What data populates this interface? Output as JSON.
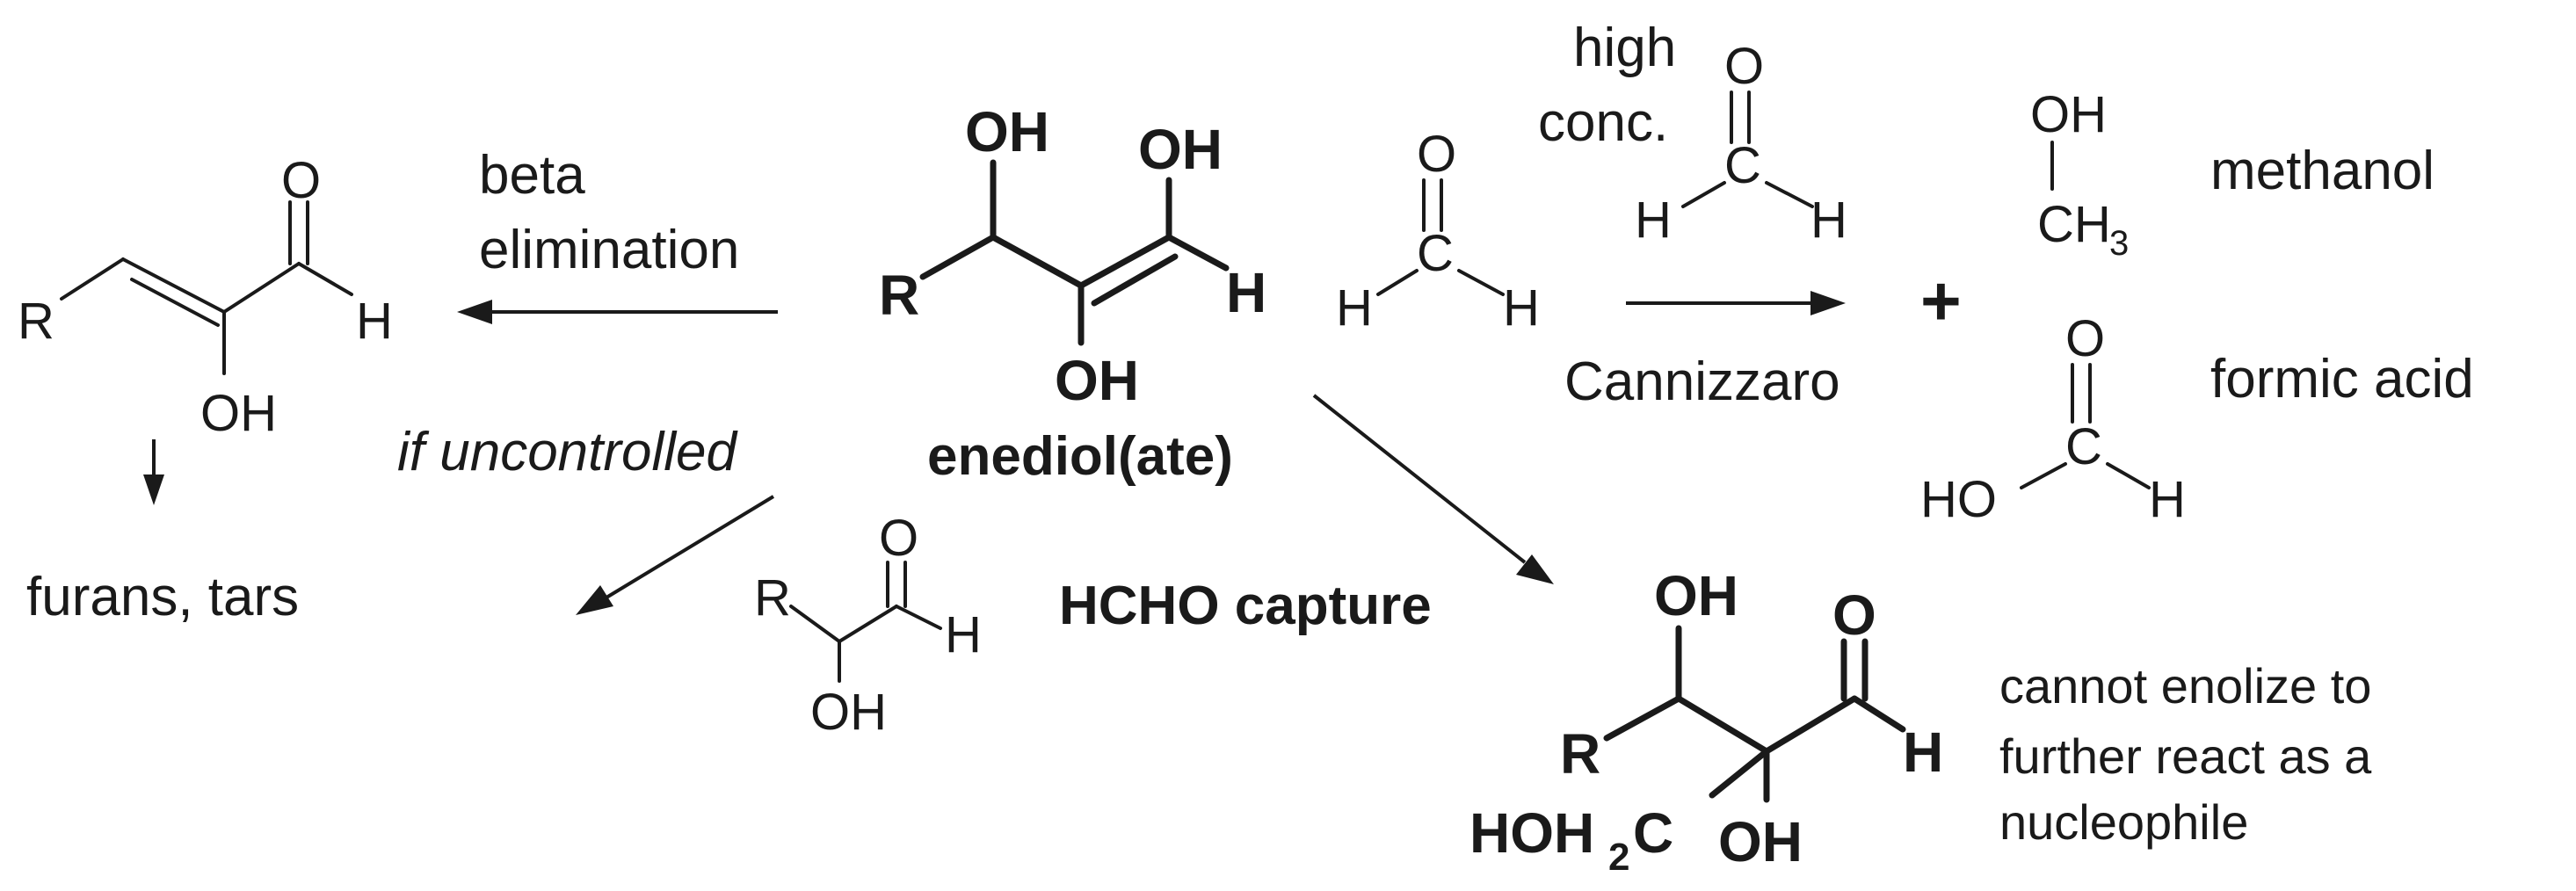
{
  "labels": {
    "beta_1": "beta",
    "beta_2": "elimination",
    "uncontrolled": "if uncontrolled",
    "furans": "furans, tars",
    "enediol": "enediol(ate)",
    "hcho_capture": "HCHO capture",
    "high": "high",
    "conc": "conc.",
    "cannizzaro": "Cannizzaro",
    "plus": "+",
    "methanol": "methanol",
    "formic": "formic acid",
    "note_1": "cannot enolize to",
    "note_2": "further react as a",
    "note_3": "nucleophile"
  },
  "atoms": {
    "R": "R",
    "O": "O",
    "H": "H",
    "C": "C",
    "OH": "OH",
    "HO": "HO",
    "CH": "CH",
    "three": "3",
    "HOH": "HOH",
    "two": "2"
  }
}
